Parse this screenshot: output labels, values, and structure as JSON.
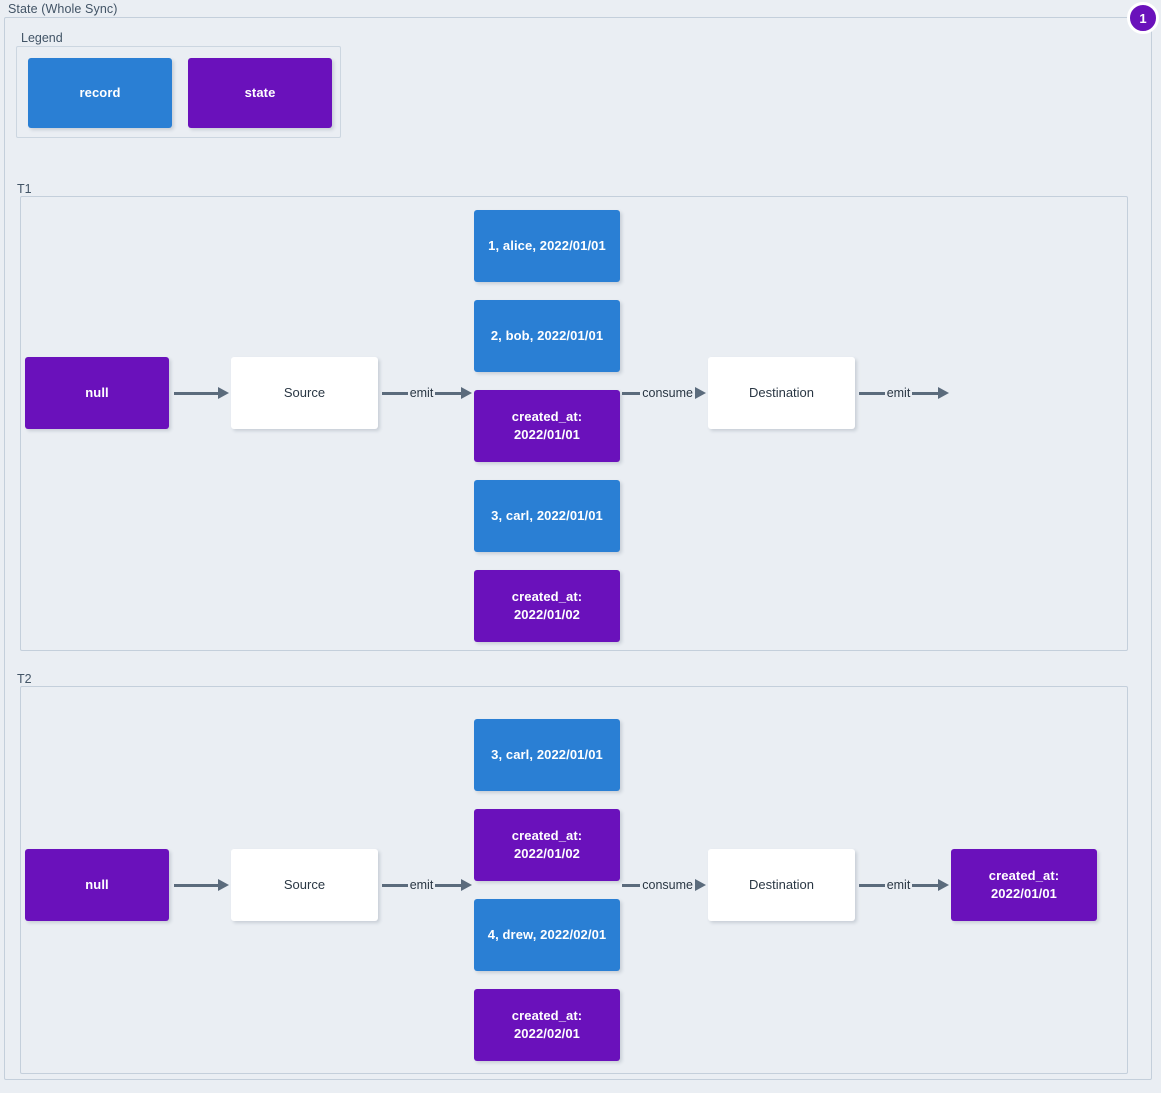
{
  "diagram": {
    "title": "State (Whole Sync)",
    "badge": "1",
    "colors": {
      "record": "#2a7fd4",
      "state": "#6a11bb",
      "background": "#eaeef3",
      "frame_border": "#c4cfdb",
      "edge": "#5b6b7c",
      "plain_node": "#ffffff"
    }
  },
  "legend": {
    "title": "Legend",
    "items": [
      {
        "label": "record",
        "kind": "record"
      },
      {
        "label": "state",
        "kind": "state"
      }
    ]
  },
  "groups": [
    {
      "label": "T1",
      "initial_state": "null",
      "source": "Source",
      "destination": "Destination",
      "edges": {
        "state_to_source": "",
        "source_emit": "emit",
        "destination_consume": "consume",
        "destination_emit": "emit"
      },
      "stream": [
        {
          "kind": "record",
          "label": "1, alice, 2022/01/01"
        },
        {
          "kind": "record",
          "label": "2, bob, 2022/01/01"
        },
        {
          "kind": "state",
          "label": "created_at:\n2022/01/01"
        },
        {
          "kind": "record",
          "label": "3, carl, 2022/01/01"
        },
        {
          "kind": "state",
          "label": "created_at:\n2022/01/02"
        }
      ],
      "final_state": null
    },
    {
      "label": "T2",
      "initial_state": "null",
      "source": "Source",
      "destination": "Destination",
      "edges": {
        "state_to_source": "",
        "source_emit": "emit",
        "destination_consume": "consume",
        "destination_emit": "emit"
      },
      "stream": [
        {
          "kind": "record",
          "label": "3, carl, 2022/01/01"
        },
        {
          "kind": "state",
          "label": "created_at:\n2022/01/02"
        },
        {
          "kind": "record",
          "label": "4, drew, 2022/02/01"
        },
        {
          "kind": "state",
          "label": "created_at:\n2022/02/01"
        }
      ],
      "final_state": {
        "kind": "state",
        "label": "created_at:\n2022/01/01"
      }
    }
  ]
}
